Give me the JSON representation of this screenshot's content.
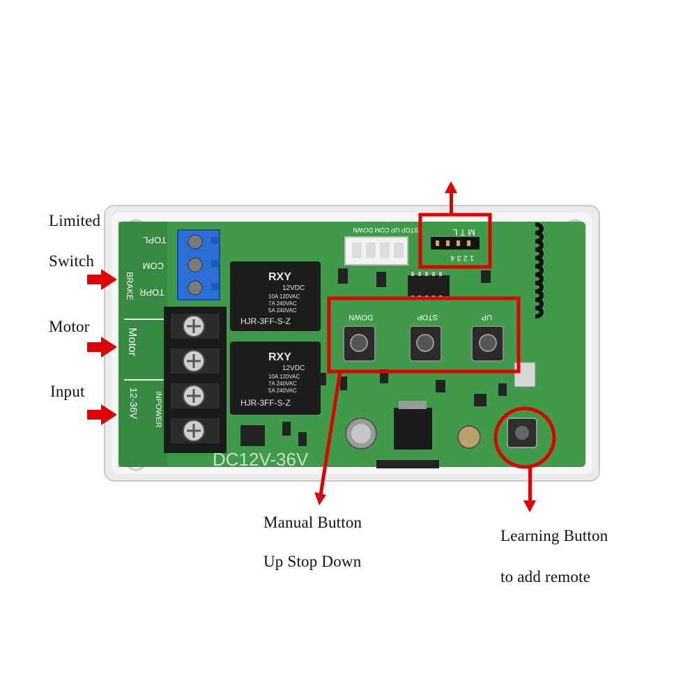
{
  "callouts": {
    "limited": "Limited",
    "switch": "Switch",
    "motor": "Motor",
    "input": "Input",
    "manual_button": "Manual Button",
    "up_stop_down": "Up Stop Down",
    "learning_button": "Learning Button",
    "add_remote": "to add remote"
  },
  "board": {
    "relay_brand": "RXY",
    "relay_spec_1": "12VDC",
    "relay_spec_2": "10A 120VAC",
    "relay_spec_3": "7A 240VAC",
    "relay_spec_4": "5A 240VAC",
    "relay_model": "HJR-3FF-S-Z",
    "header_label": "STOP UP COM DOWN",
    "jumper_letters": "M T L",
    "jumper_numbers": "1 2 3 4",
    "btn_down": "DOWN",
    "btn_stop": "STOP",
    "btn_up": "UP",
    "silk_topl": "TOPL",
    "silk_com": "COM",
    "silk_topr": "TOPR",
    "silk_brake": "BRAKE",
    "silk_motor": "Motor",
    "silk_voltage": "12-36V",
    "silk_inpower": "INPOWER",
    "silk_dc": "DC12V-36V"
  },
  "colors": {
    "pcb": "#3f9a4a",
    "pcb_dark": "#2f7d3a",
    "case": "#ececec",
    "accent_red": "#e00000",
    "terminal_blue": "#2a6fd6",
    "relay_black": "#1c1c1c"
  }
}
